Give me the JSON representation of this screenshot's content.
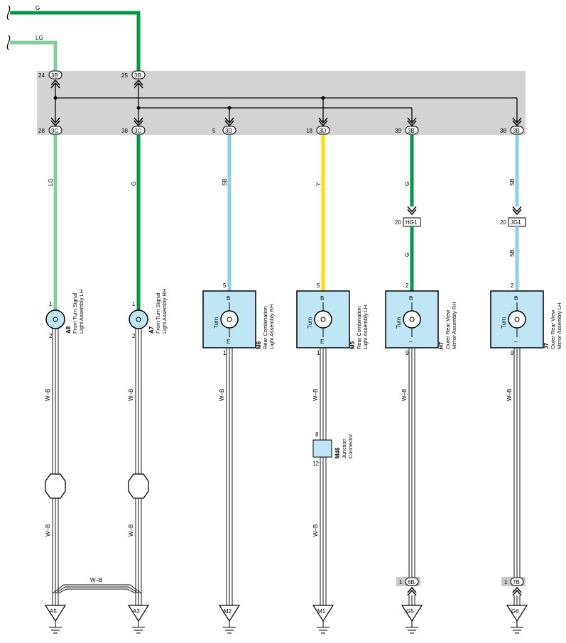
{
  "inputs": [
    {
      "wire_color": "G",
      "stroke": "#009a44"
    },
    {
      "wire_color": "LG",
      "stroke": "#7ecf9a"
    }
  ],
  "junction_block": {
    "fill": "#d3d3d4"
  },
  "top_connectors": [
    {
      "pin": "24",
      "code": "3B"
    },
    {
      "pin": "25",
      "code": "3B"
    }
  ],
  "branches": [
    {
      "connector_pin": "28",
      "connector_code": "3C",
      "wire_color": "LG",
      "stroke": "#7ecf9a",
      "component": "A8",
      "name_lines": [
        "Front Turn Signal",
        "Light Assembly LH"
      ],
      "in_pin": "1",
      "out_pin": "2",
      "ground_wire": "W–B",
      "ground_wire_lower": "W–B",
      "ground": "A5"
    },
    {
      "connector_pin": "38",
      "connector_code": "3C",
      "wire_color": "G",
      "stroke": "#009a44",
      "component": "A7",
      "name_lines": [
        "Front Turn Signal",
        "Light Assembly RH"
      ],
      "in_pin": "1",
      "out_pin": "2",
      "ground_wire": "W–B",
      "ground_wire_lower": "W–B",
      "ground": "A3"
    },
    {
      "connector_pin": "5",
      "connector_code": "3D",
      "wire_color": "SB",
      "stroke": "#88d2f0",
      "component": "M6",
      "name_lines": [
        "Rear Combination",
        "Light Assembly RH"
      ],
      "box_label": "Turn",
      "top_terminal": "B",
      "bottom_terminal": "E",
      "in_pin": "5",
      "out_pin": "1",
      "ground_wire": "W–B",
      "ground": "M2"
    },
    {
      "connector_pin": "18",
      "connector_code": "3D",
      "wire_color": "Y",
      "stroke": "#ffdd00",
      "component": "M5",
      "name_lines": [
        "Rear Combination",
        "Light Assembly LH"
      ],
      "box_label": "Turn",
      "top_terminal": "B",
      "bottom_terminal": "E",
      "in_pin": "5",
      "out_pin": "1",
      "ground_wire": "W–B",
      "ground_wire_lower": "W–B",
      "ground": "M1"
    },
    {
      "connector_pin": "39",
      "connector_code": "3B",
      "wire_color": "G",
      "stroke": "#009a44",
      "inline_pin": "20",
      "inline_code": "HG1",
      "wire_color_after": "G",
      "component": "H7",
      "name_lines": [
        "Outer Rear View",
        "Mirror Assembly RH"
      ],
      "box_label": "Turn",
      "top_terminal": "B",
      "bottom_terminal": "–",
      "in_pin": "2",
      "out_pin": "9",
      "ground_wire": "W–B",
      "ground_conn_pin": "1",
      "ground_conn_code": "6B",
      "ground": "G5"
    },
    {
      "connector_pin": "38",
      "connector_code": "3B",
      "wire_color": "SB",
      "stroke": "#88d2f0",
      "inline_pin": "20",
      "inline_code": "JG1",
      "wire_color_after": "SB",
      "component": "J7",
      "name_lines": [
        "Outer Rear View",
        "Mirror Assembly LH"
      ],
      "box_label": "Turn",
      "top_terminal": "B",
      "bottom_terminal": "–",
      "in_pin": "2",
      "out_pin": "9",
      "ground_wire": "W–B",
      "ground_conn_pin": "1",
      "ground_conn_code": "7B",
      "ground": "G6"
    }
  ],
  "junction_connector": {
    "component": "M46",
    "name_lines": [
      "Junction",
      "Connector"
    ],
    "in_pin": "8",
    "out_pin": "12",
    "fill": "#bfe6f5"
  },
  "cross_wire": {
    "label": "W–B"
  },
  "component_fill": "#bfe6f5"
}
